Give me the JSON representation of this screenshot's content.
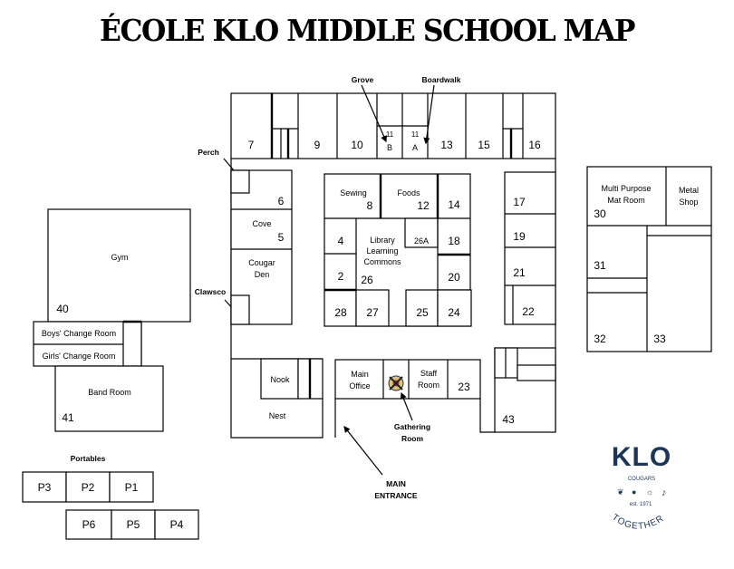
{
  "title": "ÉCOLE KLO MIDDLE SCHOOL MAP",
  "top_row": {
    "r7": "7",
    "r9": "9",
    "r10": "10",
    "r11b_num": "11",
    "r11b_letter": "B",
    "r11a_num": "11",
    "r11a_letter": "A",
    "r13": "13",
    "r15": "15",
    "r16": "16"
  },
  "callouts": {
    "grove": "Grove",
    "boardwalk": "Boardwalk",
    "perch": "Perch",
    "clawsco": "Clawsco",
    "gathering_1": "Gathering",
    "gathering_2": "Room",
    "entrance_1": "MAIN",
    "entrance_2": "ENTRANCE"
  },
  "left_col": {
    "r6": "6",
    "cove": "Cove",
    "r5": "5",
    "cougar_1": "Cougar",
    "cougar_2": "Den"
  },
  "center": {
    "sewing": "Sewing",
    "r8": "8",
    "foods": "Foods",
    "r12": "12",
    "r14": "14",
    "r4": "4",
    "library_1": "Library",
    "library_2": "Learning",
    "library_3": "Commons",
    "r26a": "26A",
    "r18": "18",
    "r2": "2",
    "r26": "26",
    "r20": "20",
    "r28": "28",
    "r27": "27",
    "r25": "25",
    "r24": "24"
  },
  "right_col": {
    "r17": "17",
    "r19": "19",
    "r21": "21",
    "r22": "22"
  },
  "bottom": {
    "nook": "Nook",
    "nest": "Nest",
    "main_office_1": "Main",
    "main_office_2": "Office",
    "staff_1": "Staff",
    "staff_2": "Room",
    "r23": "23",
    "r43": "43"
  },
  "west": {
    "gym": "Gym",
    "r40": "40",
    "boys": "Boys' Change Room",
    "girls": "Girls' Change Room",
    "band": "Band Room",
    "r41": "41"
  },
  "portables": {
    "heading": "Portables",
    "items": [
      "P3",
      "P2",
      "P1",
      "P6",
      "P5",
      "P4"
    ]
  },
  "east": {
    "multi_1": "Multi Purpose",
    "multi_2": "Mat Room",
    "r30": "30",
    "metal_1": "Metal",
    "metal_2": "Shop",
    "r31": "31",
    "r32": "32",
    "r33": "33"
  },
  "logo": {
    "name": "KLO",
    "sub": "COUGARS",
    "est": "est. 1971",
    "motto": "TOGETHER",
    "color": "#1d3557"
  }
}
